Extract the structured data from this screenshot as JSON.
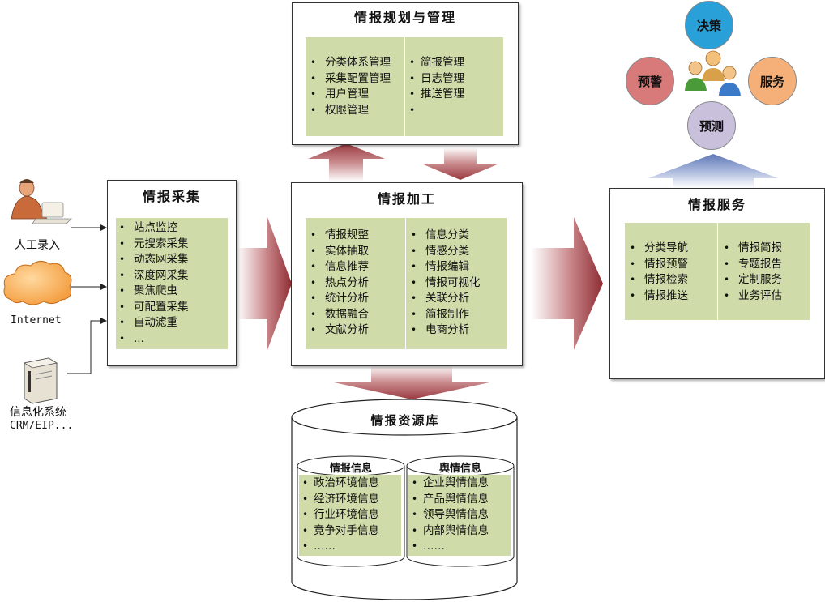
{
  "planning": {
    "title": "情报规划与管理",
    "left_items": [
      "分类体系管理",
      "采集配置管理",
      "用户管理",
      "权限管理"
    ],
    "right_items": [
      "简报管理",
      "日志管理",
      "推送管理",
      ""
    ]
  },
  "collection": {
    "title": "情报采集",
    "items": [
      "站点监控",
      "元搜索采集",
      "动态网采集",
      "深度网采集",
      "聚焦爬虫",
      "可配置采集",
      "自动滤重",
      "..."
    ]
  },
  "processing": {
    "title": "情报加工",
    "left_items": [
      "情报规整",
      "实体抽取",
      "信息推荐",
      "热点分析",
      "统计分析",
      "数据融合",
      "文献分析"
    ],
    "right_items": [
      "信息分类",
      "情感分类",
      "情报编辑",
      "情报可视化",
      "关联分析",
      "简报制作",
      "电商分析"
    ]
  },
  "service": {
    "title": "情报服务",
    "left_items": [
      "分类导航",
      "情报预警",
      "情报检索",
      "情报推送"
    ],
    "right_items": [
      "情报简报",
      "专题报告",
      "定制服务",
      "业务评估"
    ]
  },
  "repository": {
    "title": "情报资源库",
    "intel": {
      "title": "情报信息",
      "items": [
        "政治环境信息",
        "经济环境信息",
        "行业环境信息",
        "竞争对手信息",
        "……"
      ]
    },
    "sentiment": {
      "title": "舆情信息",
      "items": [
        "企业舆情信息",
        "产品舆情信息",
        "领导舆情信息",
        "内部舆情信息",
        "……"
      ]
    }
  },
  "sources": {
    "manual": "人工录入",
    "internet": "Internet",
    "system_line1": "信息化系统",
    "system_line2": "CRM/EIP..."
  },
  "roles": {
    "decision": "决策",
    "warning": "预警",
    "service": "服务",
    "forecast": "预测"
  },
  "colors": {
    "panel_green": "#cfdcaa",
    "arrow_red": "#9e3a3f",
    "arrow_blue": "#6f86bd",
    "decision_circle": "#2aa0d8",
    "warning_circle": "#d97a7a",
    "service_circle": "#f5b07a",
    "forecast_circle": "#c9c0dc"
  },
  "icons": [
    "person-typing-icon",
    "cloud-icon",
    "server-icon",
    "people-group-icon",
    "monitor-icon",
    "plus-icon",
    "mobile-phone-icon"
  ]
}
